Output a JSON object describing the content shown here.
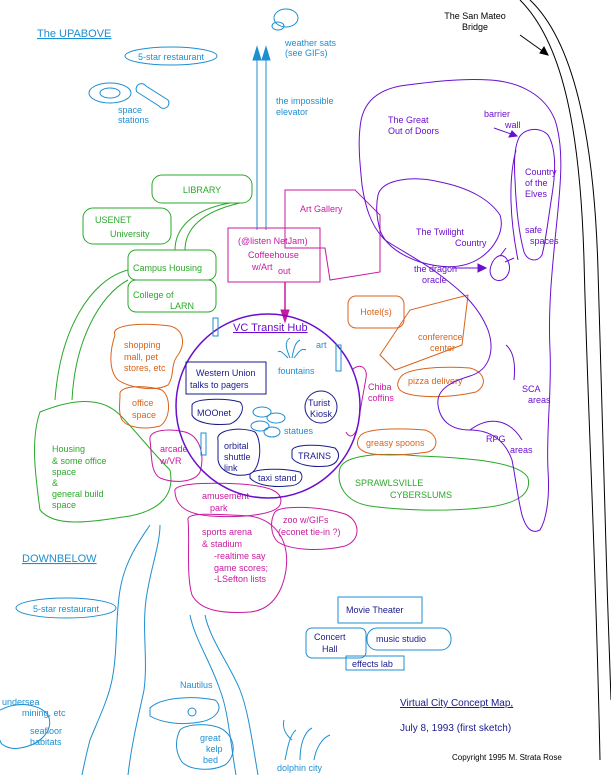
{
  "colors": {
    "cyan": "#1e8fd0",
    "green": "#2aa82a",
    "magenta": "#c81aa0",
    "purple": "#6a0fcf",
    "orange": "#d9631a",
    "navy": "#1a1a8c",
    "black": "#000000"
  },
  "upabove": {
    "title": "The UPABOVE",
    "restaurant": "5-star restaurant",
    "space_stations": [
      "space",
      "stations"
    ],
    "weather_sats": [
      "weather sats",
      "(see GIFs)"
    ],
    "elevator": [
      "the impossible",
      "elevator"
    ]
  },
  "green_zone": {
    "library": "LIBRARY",
    "usenet": [
      "USENET",
      "University"
    ],
    "campus_housing": "Campus Housing",
    "college": [
      "College of",
      "LARN"
    ],
    "housing": [
      "Housing",
      "& some office",
      "space",
      "&",
      "general build",
      "space"
    ],
    "sprawlsville": [
      "SPRAWLSVILLE",
      "CYBERSLUMS"
    ]
  },
  "magenta_zone": {
    "art_gallery": "Art Gallery",
    "coffeehouse": [
      "(@listen NetJam)",
      "Coffeehouse",
      "w/Art"
    ],
    "out": "out",
    "arcade": [
      "arcade",
      "w/VR"
    ],
    "amusement_park": [
      "amusement",
      "park"
    ],
    "sports": [
      "sports arena",
      "& stadium",
      "-realtime say",
      "game scores;",
      "-LSefton lists"
    ],
    "zoo": [
      "zoo w/GIFs",
      "(econet tie-in ?)"
    ],
    "chiba": [
      "Chiba",
      "coffins"
    ]
  },
  "orange_zone": {
    "hotels": "Hotel(s)",
    "conference": [
      "conference",
      "center"
    ],
    "pizza": "pizza delivery",
    "greasy_spoons": "greasy spoons",
    "shopping": [
      "shopping",
      "mall, pet",
      "stores, etc"
    ],
    "office": [
      "office",
      "space"
    ]
  },
  "hub": {
    "title": "VC Transit Hub",
    "art": "art",
    "fountains": "fountains",
    "western_union": [
      "Western Union",
      "talks to pagers"
    ],
    "moonet": "MOOnet",
    "turist_kiosk": [
      "Turist",
      "Kiosk"
    ],
    "statues": "statues",
    "orbital": [
      "orbital",
      "shuttle",
      "link"
    ],
    "trains": "TRAINS",
    "taxi": "taxi stand"
  },
  "purple_zone": {
    "great_outdoors": [
      "The Great",
      "Out of Doors"
    ],
    "barrier_wall": [
      "barrier",
      "wall"
    ],
    "country_elves": [
      "Country",
      "of the",
      "Elves"
    ],
    "safe_spaces": [
      "safe",
      "spaces"
    ],
    "twilight": [
      "The Twilight",
      "Country"
    ],
    "dragon_oracle": [
      "the dragon",
      "oracle"
    ],
    "sca": [
      "SCA",
      "areas"
    ],
    "rpg": [
      "RPG",
      "areas"
    ]
  },
  "san_mateo": [
    "The San Mateo",
    "Bridge"
  ],
  "downbelow": {
    "title": "DOWNBELOW",
    "restaurant": "5-star restaurant",
    "undersea": [
      "undersea",
      "mining, etc"
    ],
    "seafloor": [
      "seafloor",
      "habitats"
    ],
    "nautilus": "Nautilus",
    "kelp": [
      "great",
      "kelp",
      "bed"
    ],
    "dolphin": "dolphin city"
  },
  "media": {
    "movie": "Movie Theater",
    "concert": [
      "Concert",
      "Hall"
    ],
    "music": "music studio",
    "effects": "effects lab"
  },
  "caption": {
    "title": "Virtual City Concept Map,",
    "date": "July 8, 1993  (first sketch)",
    "copyright": "Copyright 1995 M. Strata Rose"
  }
}
